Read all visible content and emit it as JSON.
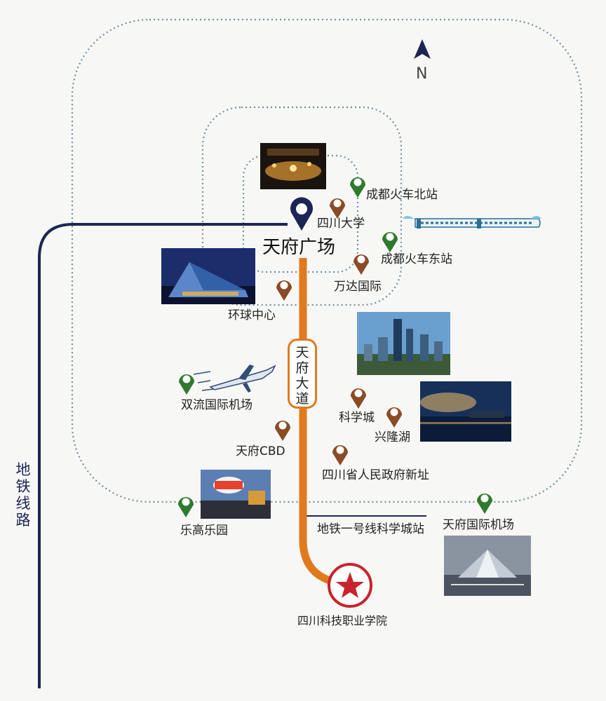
{
  "map": {
    "north_label": "N",
    "center_label": "天府广场",
    "avenue_label": "天府大道",
    "metro_line_label": "地铁线路",
    "destination_label": "四川科技职业学院",
    "pins": [
      {
        "id": "chengdu-north-station",
        "label": "成都火车北站",
        "type": "station",
        "color": "#2f7a2e"
      },
      {
        "id": "sichuan-university",
        "label": "四川大学",
        "type": "poi",
        "color": "#8b4b26"
      },
      {
        "id": "chengdu-east-station",
        "label": "成都火车东站",
        "type": "station",
        "color": "#2f7a2e"
      },
      {
        "id": "wanda-international",
        "label": "万达国际",
        "type": "poi",
        "color": "#8b4b26"
      },
      {
        "id": "global-center",
        "label": "环球中心",
        "type": "poi",
        "color": "#8b4b26"
      },
      {
        "id": "shuangliu-airport",
        "label": "双流国际机场",
        "type": "station",
        "color": "#2f7a2e"
      },
      {
        "id": "science-city",
        "label": "科学城",
        "type": "poi",
        "color": "#8b4b26"
      },
      {
        "id": "xinglong-lake",
        "label": "兴隆湖",
        "type": "poi",
        "color": "#8b4b26"
      },
      {
        "id": "tianfu-cbd",
        "label": "天府CBD",
        "type": "poi",
        "color": "#8b4b26"
      },
      {
        "id": "provincial-gov",
        "label": "四川省人民政府新址",
        "type": "poi",
        "color": "#8b4b26"
      },
      {
        "id": "legoland",
        "label": "乐高乐园",
        "type": "station",
        "color": "#2f7a2e"
      },
      {
        "id": "metro-line1-station",
        "label": "地铁一号线科学城站",
        "type": "metro",
        "color": "#1c2554"
      },
      {
        "id": "tianfu-airport",
        "label": "天府国际机场",
        "type": "station",
        "color": "#2f7a2e"
      }
    ],
    "colors": {
      "metro_line": "#1c2554",
      "avenue": "#e07a1f",
      "ring_road": "#6f8fa8",
      "destination": "#c8242b",
      "center_pin": "#1c2554"
    }
  }
}
